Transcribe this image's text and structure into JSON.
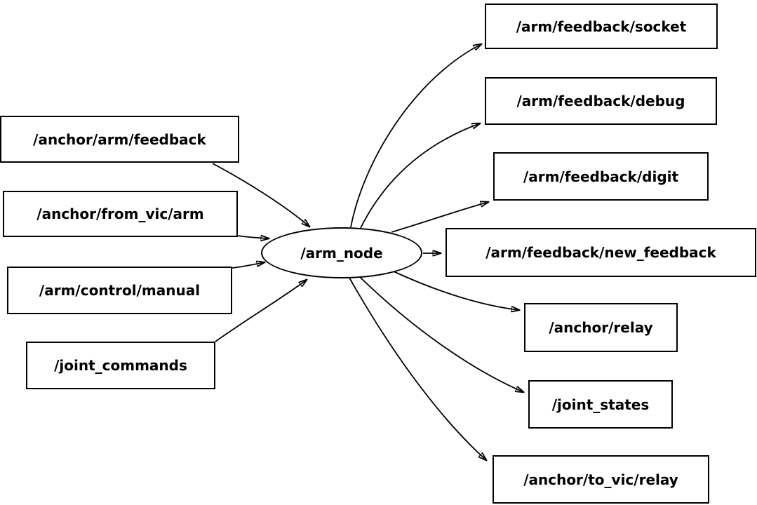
{
  "canvas": {
    "background_color": "#ffffff",
    "stroke_color": "#000000",
    "text_color": "#000000"
  },
  "nodes": [
    {
      "id": "anchor-arm-feedback",
      "label": "/anchor/arm/feedback",
      "shape": "box"
    },
    {
      "id": "anchor-from-vic-arm",
      "label": "/anchor/from_vic/arm",
      "shape": "box"
    },
    {
      "id": "arm-control-manual",
      "label": "/arm/control/manual",
      "shape": "box"
    },
    {
      "id": "joint-commands",
      "label": "/joint_commands",
      "shape": "box"
    },
    {
      "id": "arm-node",
      "label": "/arm_node",
      "shape": "ellipse"
    },
    {
      "id": "arm-feedback-socket",
      "label": "/arm/feedback/socket",
      "shape": "box"
    },
    {
      "id": "arm-feedback-debug",
      "label": "/arm/feedback/debug",
      "shape": "box"
    },
    {
      "id": "arm-feedback-digit",
      "label": "/arm/feedback/digit",
      "shape": "box"
    },
    {
      "id": "arm-feedback-new-feedback",
      "label": "/arm/feedback/new_feedback",
      "shape": "box"
    },
    {
      "id": "anchor-relay",
      "label": "/anchor/relay",
      "shape": "box"
    },
    {
      "id": "joint-states",
      "label": "/joint_states",
      "shape": "box"
    },
    {
      "id": "anchor-to-vic-relay",
      "label": "/anchor/to_vic/relay",
      "shape": "box"
    }
  ],
  "edges": [
    {
      "from": "/anchor/arm/feedback",
      "to": "/arm_node"
    },
    {
      "from": "/anchor/from_vic/arm",
      "to": "/arm_node"
    },
    {
      "from": "/arm/control/manual",
      "to": "/arm_node"
    },
    {
      "from": "/joint_commands",
      "to": "/arm_node"
    },
    {
      "from": "/arm_node",
      "to": "/arm/feedback/socket"
    },
    {
      "from": "/arm_node",
      "to": "/arm/feedback/debug"
    },
    {
      "from": "/arm_node",
      "to": "/arm/feedback/digit"
    },
    {
      "from": "/arm_node",
      "to": "/arm/feedback/new_feedback"
    },
    {
      "from": "/arm_node",
      "to": "/anchor/relay"
    },
    {
      "from": "/arm_node",
      "to": "/joint_states"
    },
    {
      "from": "/arm_node",
      "to": "/anchor/to_vic/relay"
    }
  ]
}
